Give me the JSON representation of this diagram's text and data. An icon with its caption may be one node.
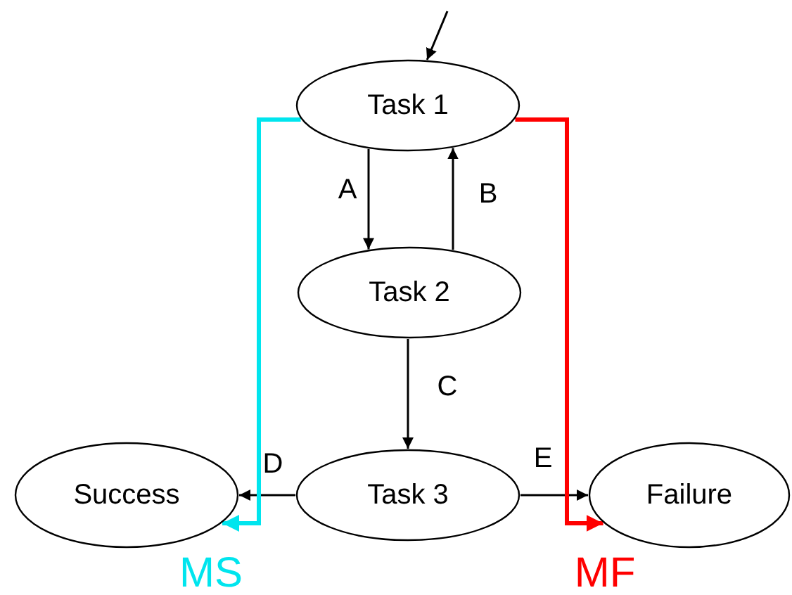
{
  "diagram": {
    "nodes": [
      {
        "text": [
          "Task 1"
        ]
      },
      {
        "text": [
          "Task 2"
        ]
      },
      {
        "text": [
          "Task 3"
        ]
      },
      {
        "text": [
          "Success"
        ]
      },
      {
        "text": [
          "Failure"
        ]
      }
    ],
    "edges": [
      {
        "from": null,
        "to": 0,
        "arrow": "to"
      },
      {
        "from": 0,
        "to": 1,
        "arrow": "to",
        "label": "A"
      },
      {
        "from": 1,
        "to": 0,
        "arrow": "to",
        "label": "B"
      },
      {
        "from": 1,
        "to": 2,
        "arrow": "to",
        "label": "C"
      },
      {
        "from": 2,
        "to": 3,
        "arrow": "to",
        "label": "D"
      },
      {
        "from": 2,
        "to": 4,
        "arrow": "to",
        "label": "E"
      },
      {
        "from": 0,
        "to": 3,
        "arrow": "to",
        "label": "MS",
        "style": "thick",
        "color": "#00e5ee"
      },
      {
        "from": 0,
        "to": 4,
        "arrow": "to",
        "label": "MF",
        "style": "thick",
        "color": "#ff0000"
      }
    ]
  }
}
